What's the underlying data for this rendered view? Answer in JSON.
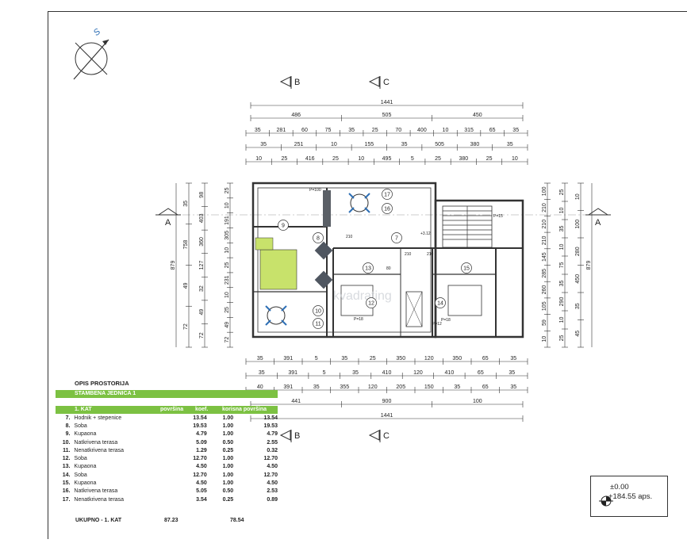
{
  "compass_label": "S",
  "sections": {
    "a_left": "A",
    "a_right": "A",
    "b_top": "B",
    "c_top": "C",
    "b_bottom": "B",
    "c_bottom": "C"
  },
  "dims_top": {
    "total": "1441",
    "row1": [
      "486",
      "505",
      "450"
    ],
    "row2": [
      "35",
      "281",
      "60",
      "75",
      "35",
      "25",
      "70",
      "400",
      "10",
      "315",
      "65",
      "35"
    ],
    "row3": [
      "35",
      "251",
      "10",
      "155",
      "35",
      "505",
      "380",
      "35"
    ],
    "row4": [
      "10",
      "25",
      "416",
      "25",
      "10",
      "495",
      "5",
      "25",
      "380",
      "25",
      "10"
    ]
  },
  "dims_bottom": {
    "row1": [
      "35",
      "391",
      "5",
      "35",
      "25",
      "350",
      "120",
      "350",
      "65",
      "35"
    ],
    "row2": [
      "35",
      "391",
      "5",
      "35",
      "410",
      "120",
      "410",
      "65",
      "35"
    ],
    "row3": [
      "40",
      "391",
      "35",
      "355",
      "120",
      "205",
      "150",
      "35",
      "65",
      "35"
    ],
    "row4": [
      "441",
      "900",
      "100"
    ],
    "total": "1441"
  },
  "dims_left": {
    "total": "879",
    "chain1": [
      "35",
      "758",
      "49",
      "72"
    ],
    "chain2": [
      "98",
      "403",
      "360",
      "127",
      "32",
      "49",
      "72"
    ],
    "chain3": [
      "25",
      "10",
      "191",
      "305",
      "10",
      "25",
      "231",
      "10",
      "25",
      "49",
      "72"
    ]
  },
  "dims_right": {
    "total": "879",
    "chain1": [
      "10",
      "100",
      "280",
      "450",
      "35",
      "45"
    ],
    "chain2": [
      "100",
      "210",
      "210",
      "210",
      "145",
      "285",
      "260",
      "105",
      "59",
      "10"
    ],
    "chain3": [
      "25",
      "10",
      "35",
      "10",
      "75",
      "35",
      "290",
      "10",
      "25"
    ]
  },
  "room_numbers": [
    "7",
    "8",
    "9",
    "10",
    "11",
    "12",
    "13",
    "14",
    "15",
    "16",
    "17"
  ],
  "door_tags": [
    "P=100",
    "P=12",
    "P=15",
    "P=18",
    "P=18",
    "+3.12",
    "210",
    "210",
    "80",
    "210"
  ],
  "watermark": "kvadrating",
  "rooms_section": {
    "title": "OPIS PROSTORIJA",
    "unit": "STAMBENA JEDNICA 1",
    "header": {
      "floor": "1. KAT",
      "area": "površina",
      "coef": "koef.",
      "usable": "korisna površina"
    },
    "rows": [
      {
        "n": "7.",
        "name": "Hodnik + stepenice",
        "area": "13.54",
        "coef": "1.00",
        "usable": "13.54"
      },
      {
        "n": "8.",
        "name": "Soba",
        "area": "19.53",
        "coef": "1.00",
        "usable": "19.53"
      },
      {
        "n": "9.",
        "name": "Kupaona",
        "area": "4.79",
        "coef": "1.00",
        "usable": "4.79"
      },
      {
        "n": "10.",
        "name": "Natkrivena terasa",
        "area": "5.09",
        "coef": "0.50",
        "usable": "2.55"
      },
      {
        "n": "11.",
        "name": "Nenatkrivena terasa",
        "area": "1.29",
        "coef": "0.25",
        "usable": "0.32"
      },
      {
        "n": "12.",
        "name": "Soba",
        "area": "12.70",
        "coef": "1.00",
        "usable": "12.70"
      },
      {
        "n": "13.",
        "name": "Kupaona",
        "area": "4.50",
        "coef": "1.00",
        "usable": "4.50"
      },
      {
        "n": "14.",
        "name": "Soba",
        "area": "12.70",
        "coef": "1.00",
        "usable": "12.70"
      },
      {
        "n": "15.",
        "name": "Kupaona",
        "area": "4.50",
        "coef": "1.00",
        "usable": "4.50"
      },
      {
        "n": "16.",
        "name": "Natkrivena terasa",
        "area": "5.05",
        "coef": "0.50",
        "usable": "2.53"
      },
      {
        "n": "17.",
        "name": "Nenatkrivena terasa",
        "area": "3.54",
        "coef": "0.25",
        "usable": "0.89"
      }
    ],
    "total": {
      "label": "UKUPNO - 1. KAT",
      "area": "87.23",
      "usable": "78.54"
    }
  },
  "level_box": {
    "line1": "±0.00",
    "line2": "+184.55 aps."
  },
  "colors": {
    "accent_green": "#7cc142",
    "line": "#333333",
    "furniture_blue": "#2e6fb5",
    "bed_yellow": "#c8e26b"
  }
}
